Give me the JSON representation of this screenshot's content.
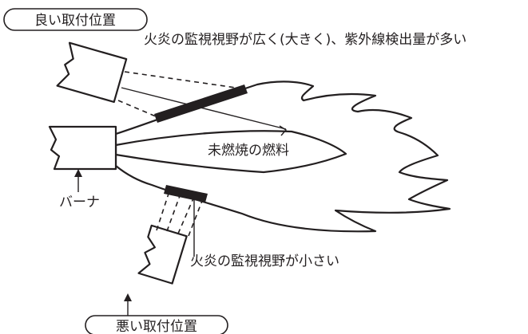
{
  "labels": {
    "good_position": "良い取付位置",
    "bad_position": "悪い取付位置",
    "wide_view": "火炎の監視視野が広く(大きく)、紫外線検出量が多い",
    "narrow_view": "火炎の監視視野が小さい",
    "unburned_fuel": "未燃焼の燃料",
    "burner": "バーナ"
  },
  "colors": {
    "ink": "#231f20",
    "background": "#ffffff"
  }
}
